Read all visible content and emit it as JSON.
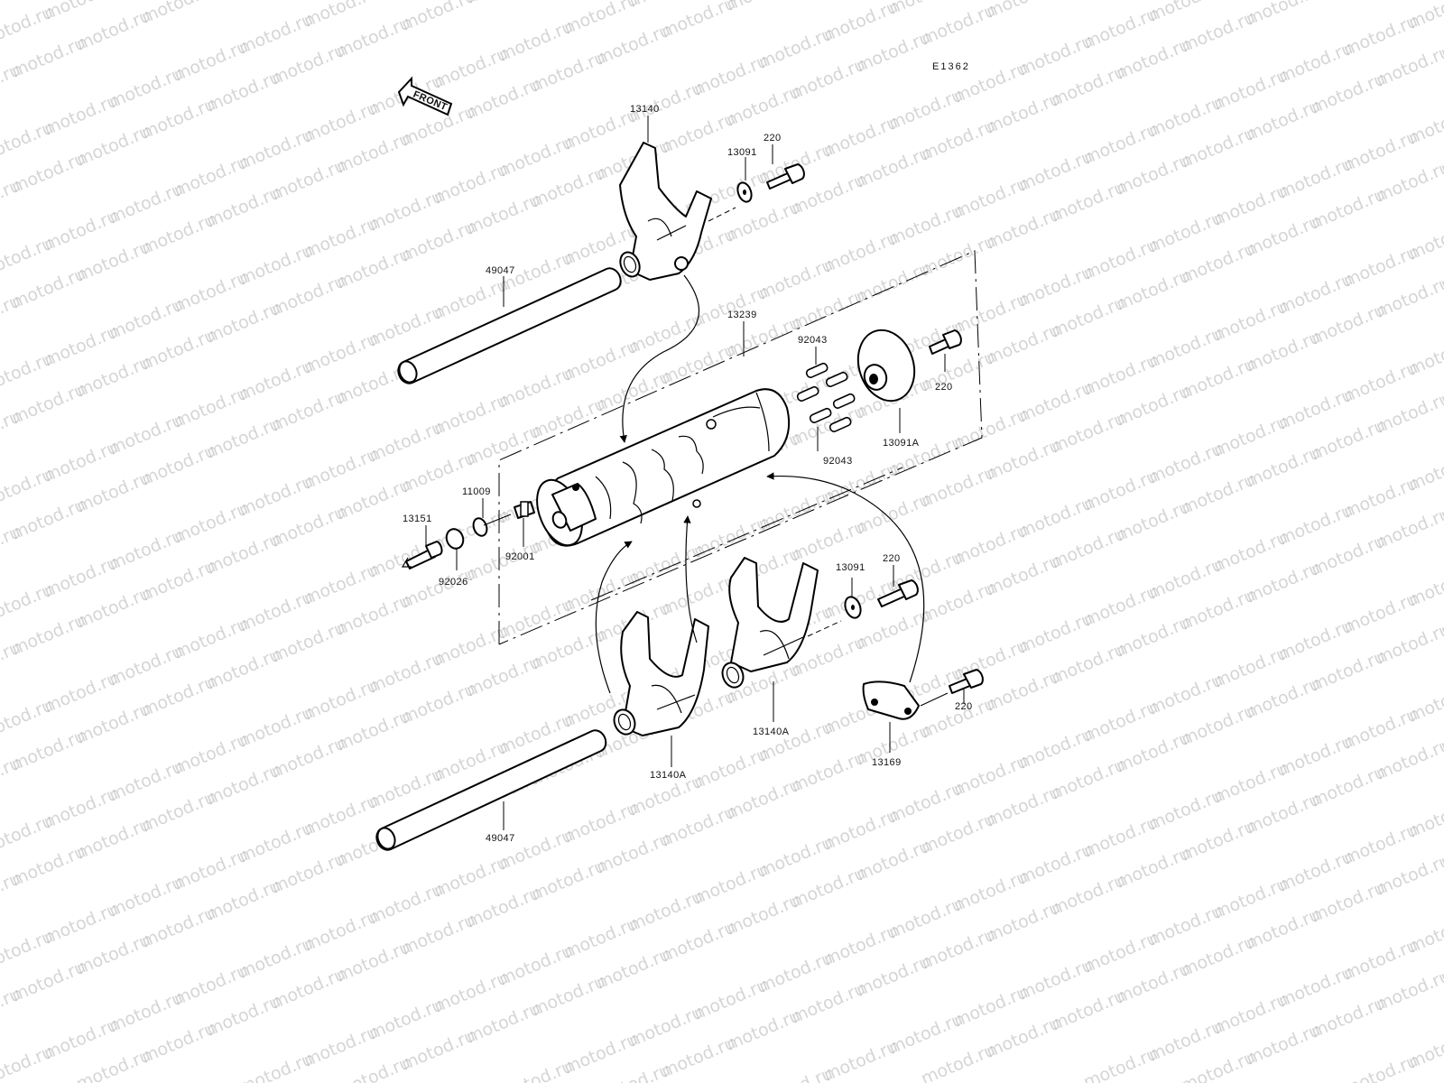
{
  "diagram_code": "E1362",
  "front_label": "FRONT",
  "watermark_text": "motod.ru",
  "colors": {
    "ink": "#000000",
    "watermark": "#b4b4b4",
    "background": "#ffffff"
  },
  "parts": {
    "fork_top": "13140",
    "washer_top": "13091",
    "bolt_top": "220",
    "rod_top": "49047",
    "drum": "13239",
    "pins_upper": "92043",
    "pins_lower": "92043",
    "plate": "13091A",
    "bolt_plate": "220",
    "seal": "11009",
    "plug": "13151",
    "washer_plug": "92026",
    "neutral_switch": "92001",
    "washer_right": "13091",
    "bolt_right": "220",
    "fork_left": "13140A",
    "fork_right": "13140A",
    "bracket": "13169",
    "bolt_bracket": "220",
    "rod_bottom": "49047"
  }
}
